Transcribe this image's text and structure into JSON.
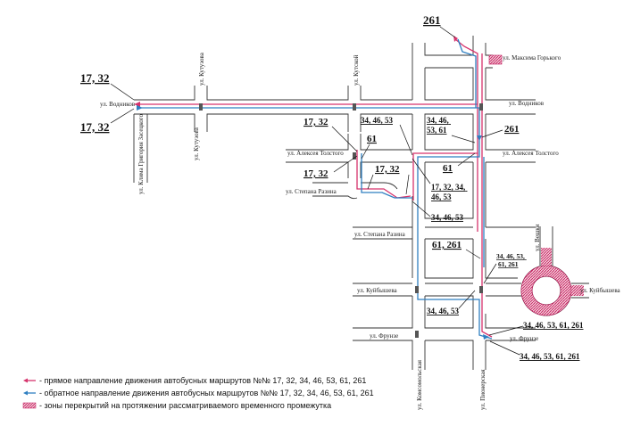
{
  "streets": {
    "vodnikov_left": "ул. Водников",
    "kutuzova_top": "ул. Кутузова",
    "kutuzova_bottom": "ул. Кутузова",
    "kutskoy": "ул. Кутской",
    "klimova": "ул. Клима Григория Засецкого",
    "maxima_gorkogo": "ул. Максима Горького",
    "vodnikov_right": "ул. Водников",
    "alekseya_tolstogo_left": "ул. Алексея Толстого",
    "alekseya_tolstogo_right": "ул. Алексея Толстого",
    "stepana_razina_a": "ул. Степана Разина",
    "stepana_razina_b": "ул. Степана Разина",
    "veshki": "ул. Вешки",
    "kuybysheva_left": "ул. Куйбышева",
    "kuybysheva_right": "ул. Куйбышева",
    "frunze_left": "ул. Фрунзе",
    "frunze_right": "ул. Фрунзе",
    "komsomolskaya": "ул. Комсомольская",
    "pionerskaya": "ул. Пионерская"
  },
  "routes": {
    "r261_top": "261",
    "r1732_left_top": "17, 32",
    "r1732_left_bottom": "17, 32",
    "r1732_mid_a": "17, 32",
    "r61_a": "61",
    "r1732_mid_b": "17, 32",
    "r1732_mid_c": "17, 32",
    "r344653_a": "34, 46, 53",
    "r344653_61": "34, 46,\n53, 61",
    "r261_right": "261",
    "r61_b": "61",
    "r17323446_53": "17, 32, 34,\n46, 53",
    "r344653_b": "34, 46, 53",
    "r61261": "61, 261",
    "r344653_6161": "34, 46, 53,\n61, 261",
    "r344653_c": "34, 46, 53",
    "r344653_61261_a": "34, 46, 53, 61, 261",
    "r344653_61261_b": "34, 46, 53, 61, 261"
  },
  "legend": {
    "forward": "- прямое направление движения автобусных маршрутов №№ 17, 32, 34, 46, 53, 61, 261",
    "backward": "- обратное направление движения автобусных маршрутов №№ 17, 32, 34, 46, 53, 61, 261",
    "closure": "- зоны перекрытий на протяжении рассматриваемого временного промежутка"
  },
  "colors": {
    "forward": "#d6336c",
    "backward": "#2f7fc1",
    "closure": "#e07a9a",
    "road": "#333333"
  }
}
